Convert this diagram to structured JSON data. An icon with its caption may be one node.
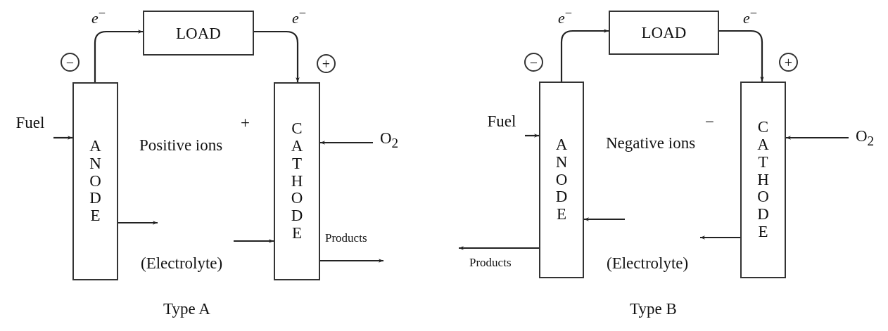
{
  "diagram": {
    "nodes": [
      {
        "text": [
          "−"
        ]
      },
      {
        "text": [
          "LOAD"
        ]
      },
      {
        "text": [
          "+"
        ]
      },
      {
        "text": [
          "Fuel"
        ]
      },
      {
        "text": [
          "ANODE"
        ]
      },
      {
        "text": [
          "CATHODE"
        ]
      },
      {
        "text": [
          "O$_{2}$"
        ]
      },
      {
        "text": [
          "−"
        ]
      },
      {
        "text": [
          "LOAD"
        ]
      },
      {
        "text": [
          "+"
        ]
      },
      {
        "text": [
          "Fuel"
        ]
      },
      {
        "text": [
          "ANODE"
        ]
      },
      {
        "text": [
          "CATHODE"
        ]
      },
      {
        "text": [
          "O$_{2}$"
        ]
      }
    ],
    "edges": [
      {
        "from": 4,
        "to": 1,
        "arrow": "to",
        "label": "*e*$^{−}$"
      },
      {
        "from": 1,
        "to": 5,
        "arrow": "to",
        "label": "*e*$^{−}$"
      },
      {
        "from": 3,
        "to": 4,
        "arrow": "to"
      },
      {
        "from": 6,
        "to": 5,
        "arrow": "to"
      },
      {
        "from": 4,
        "to": null,
        "arrow": "to"
      },
      {
        "from": null,
        "to": 5,
        "arrow": "to"
      },
      {
        "from": 5,
        "to": null,
        "arrow": "to",
        "label": "Products"
      },
      {
        "from": 11,
        "to": 8,
        "arrow": "to",
        "label": "*e*$^{−}$"
      },
      {
        "from": 8,
        "to": 12,
        "arrow": "to",
        "label": "*e*$^{−}$"
      },
      {
        "from": 10,
        "to": 11,
        "arrow": "to"
      },
      {
        "from": 13,
        "to": 12,
        "arrow": "to"
      },
      {
        "from": null,
        "to": 11,
        "arrow": "to"
      },
      {
        "from": 12,
        "to": null,
        "arrow": "to"
      },
      {
        "from": 11,
        "to": null,
        "arrow": "to",
        "label": "Products"
      }
    ],
    "labels": [
      "+",
      "Positive ions",
      "(Electrolyte)",
      "Type A",
      "−",
      "Negative ions",
      "(Electrolyte)",
      "Type B"
    ]
  }
}
